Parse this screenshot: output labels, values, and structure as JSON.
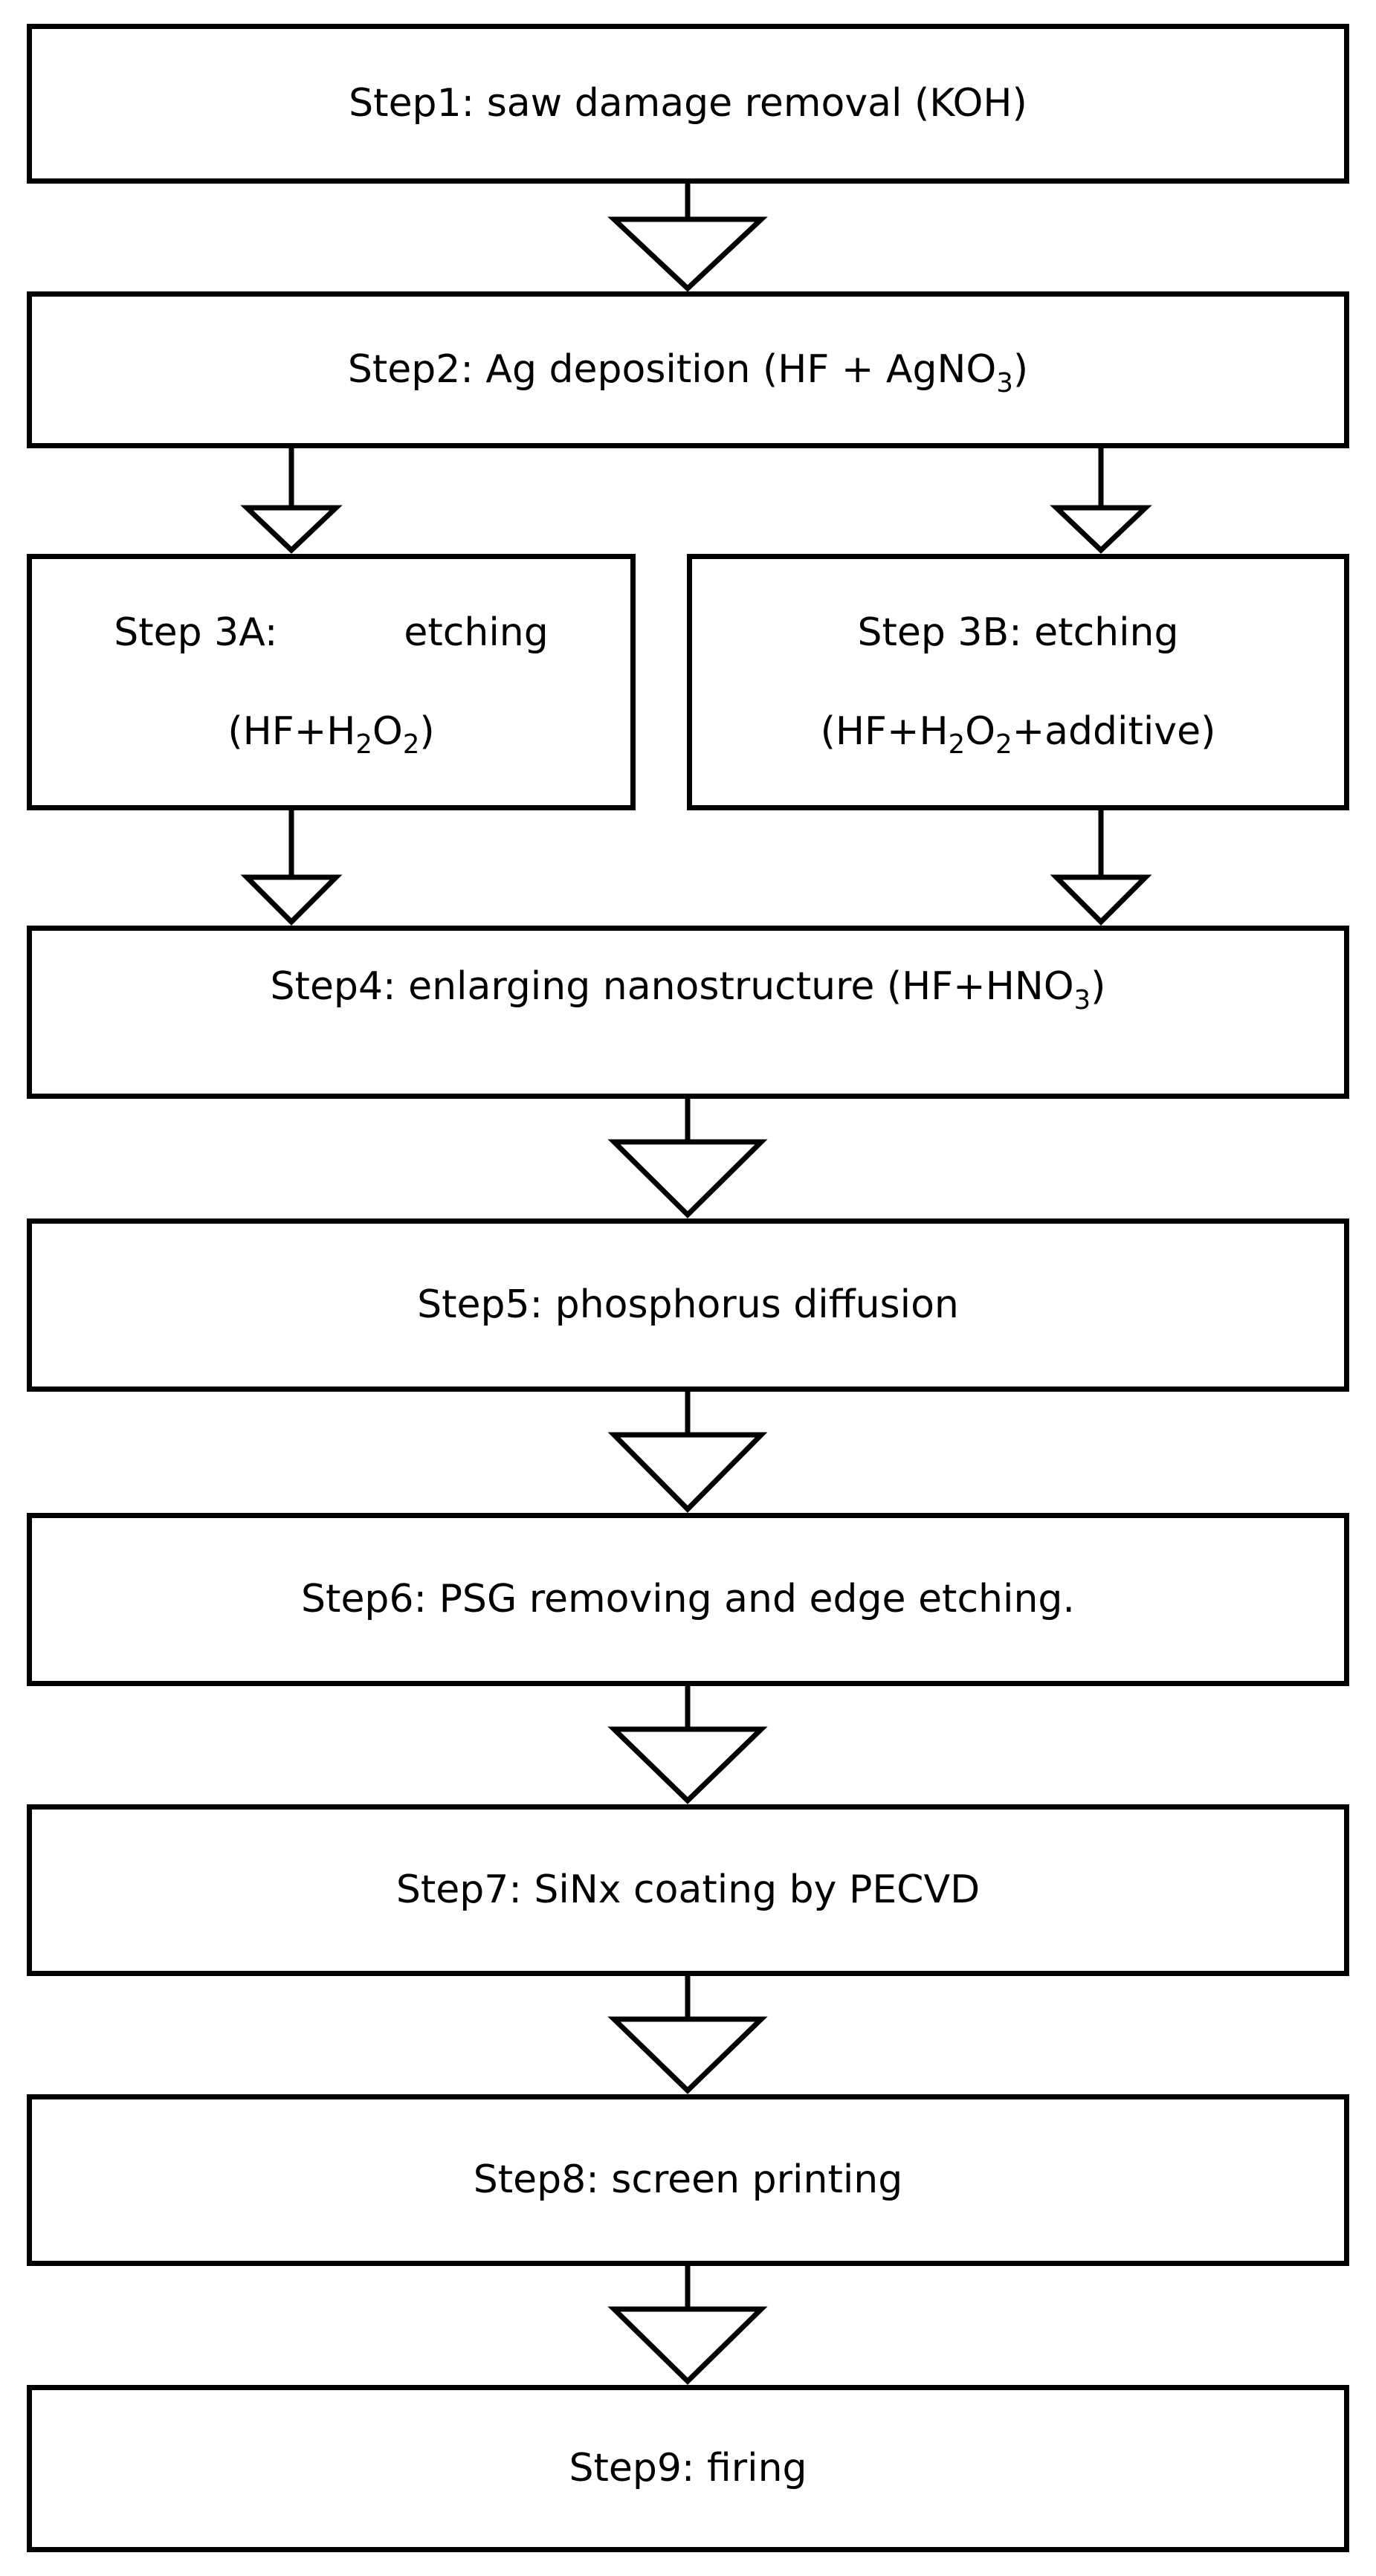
{
  "steps": {
    "s1": {
      "label": "Step1: saw damage removal (KOH)"
    },
    "s2": {
      "pre": "Step2: Ag deposition (HF + AgNO",
      "sub": "3",
      "post": ")"
    },
    "s3a": {
      "l1a": "Step 3A:",
      "l1b": "etching",
      "l2a": "(HF+H",
      "l2s1": "2",
      "l2b": "O",
      "l2s2": "2",
      "l2c": ")"
    },
    "s3b": {
      "l1": "Step 3B: etching",
      "l2a": "(HF+H",
      "l2s1": "2",
      "l2b": "O",
      "l2s2": "2",
      "l2c": "+additive)"
    },
    "s4": {
      "pre": "Step4: enlarging nanostructure (HF+HNO",
      "sub": "3",
      "post": ")"
    },
    "s5": {
      "label": "Step5: phosphorus diffusion"
    },
    "s6": {
      "label": "Step6: PSG removing and edge etching."
    },
    "s7": {
      "label": "Step7: SiNx coating by PECVD"
    },
    "s8": {
      "label": "Step8: screen printing"
    },
    "s9": {
      "label": "Step9: firing"
    }
  }
}
